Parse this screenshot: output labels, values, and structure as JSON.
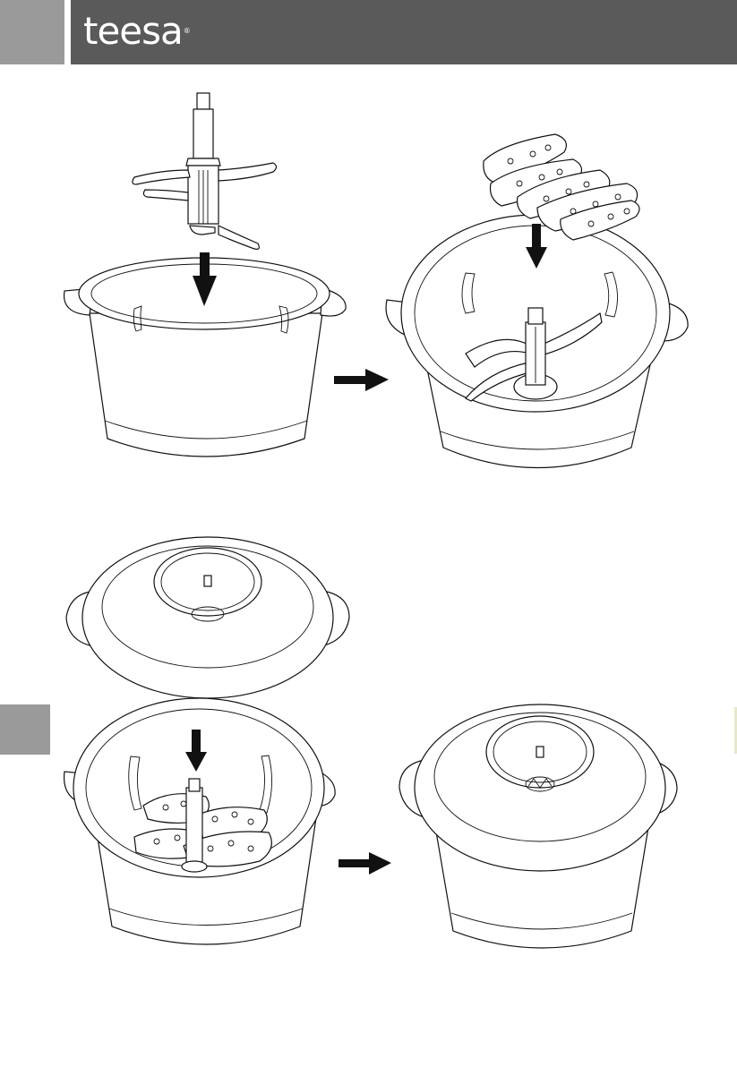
{
  "header": {
    "brand": "teesa",
    "trademark": "®",
    "bar_color": "#5a5a5a",
    "tab_color": "#9a9a9a"
  },
  "side_tab_color": "#9a9a9a",
  "figures": [
    {
      "step": "insert-blade-into-bowl"
    },
    {
      "step": "add-food-to-bowl"
    },
    {
      "step": "food-in-bowl-with-lid"
    },
    {
      "step": "assembled-chopper"
    }
  ]
}
